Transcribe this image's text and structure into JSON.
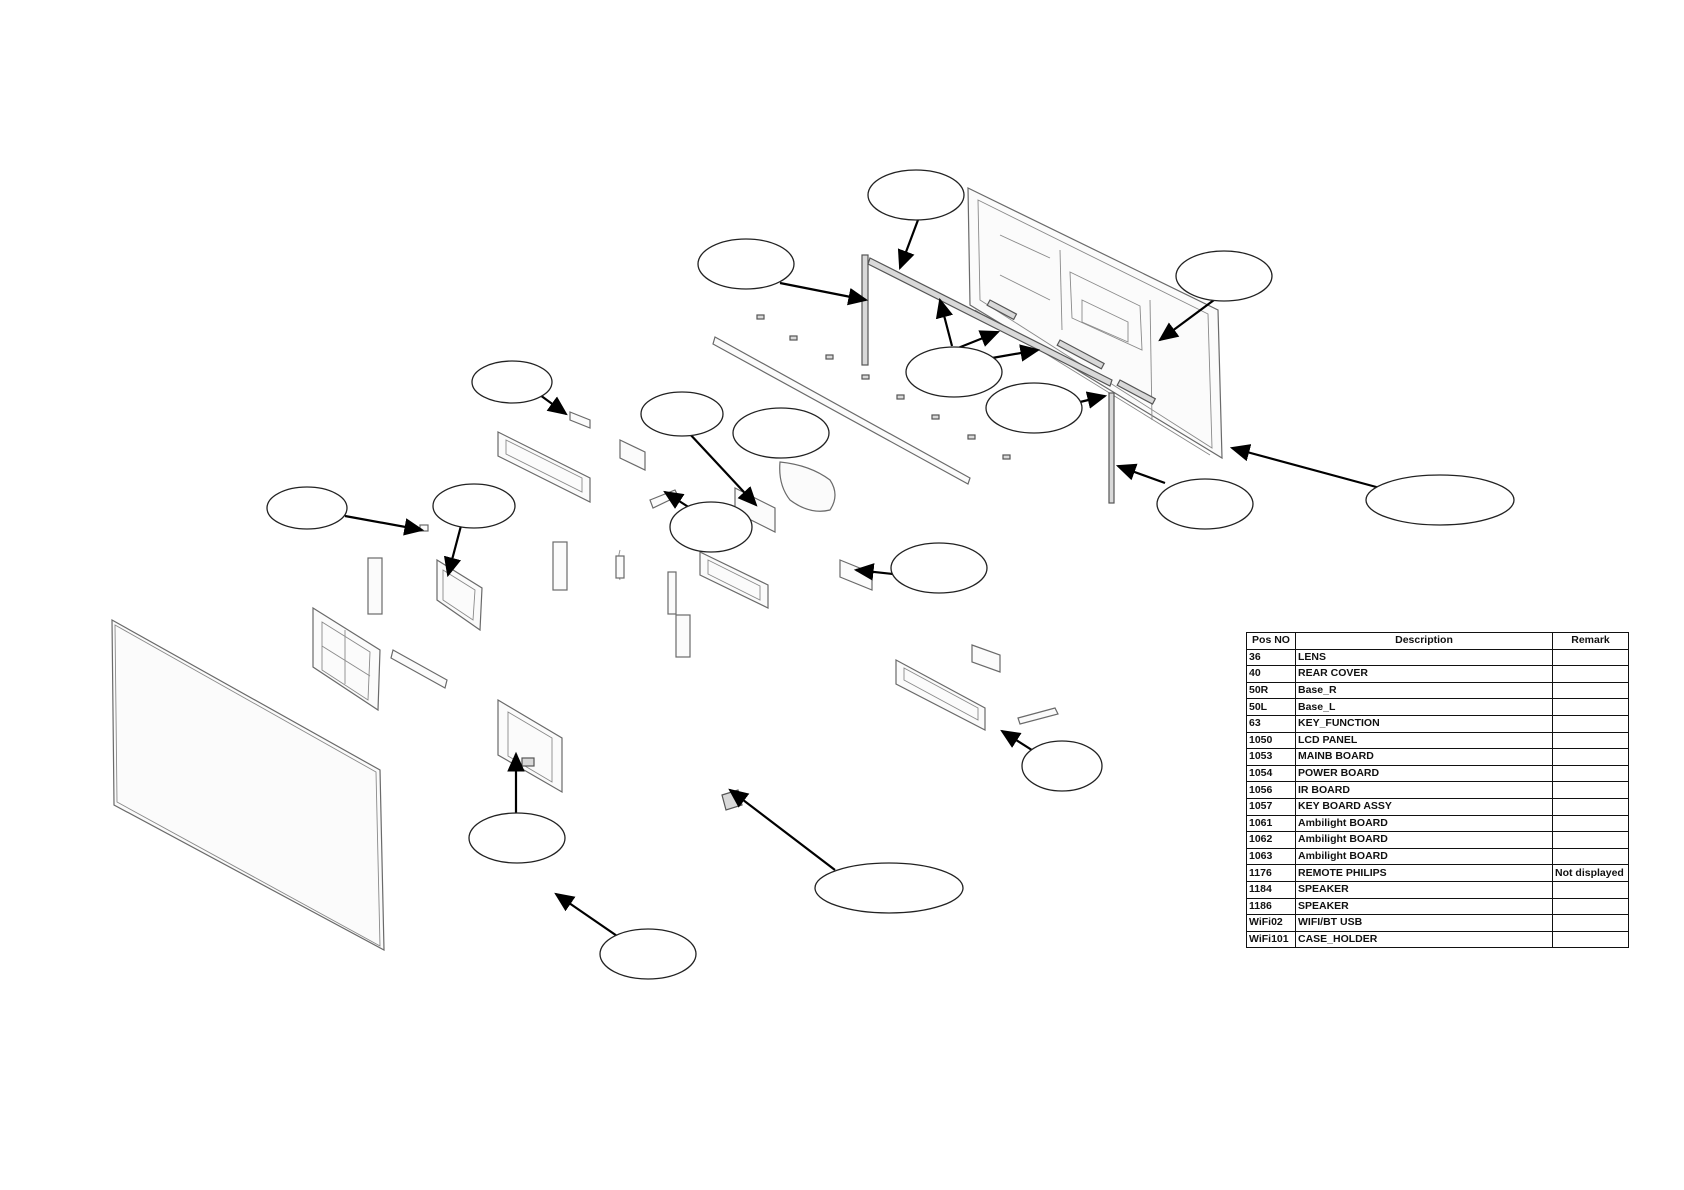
{
  "parts_table": {
    "headers": {
      "pos": "Pos NO",
      "description": "Description",
      "remark": "Remark"
    },
    "rows": [
      {
        "pos": "36",
        "description": "LENS",
        "remark": ""
      },
      {
        "pos": "40",
        "description": "REAR COVER",
        "remark": ""
      },
      {
        "pos": "50R",
        "description": "Base_R",
        "remark": ""
      },
      {
        "pos": "50L",
        "description": "Base_L",
        "remark": ""
      },
      {
        "pos": "63",
        "description": "KEY_FUNCTION",
        "remark": ""
      },
      {
        "pos": "1050",
        "description": "LCD PANEL",
        "remark": ""
      },
      {
        "pos": "1053",
        "description": "MAINB BOARD",
        "remark": ""
      },
      {
        "pos": "1054",
        "description": "POWER BOARD",
        "remark": ""
      },
      {
        "pos": "1056",
        "description": "IR BOARD",
        "remark": ""
      },
      {
        "pos": "1057",
        "description": "KEY BOARD ASSY",
        "remark": ""
      },
      {
        "pos": "1061",
        "description": "Ambilight BOARD",
        "remark": ""
      },
      {
        "pos": "1062",
        "description": "Ambilight BOARD",
        "remark": ""
      },
      {
        "pos": "1063",
        "description": "Ambilight BOARD",
        "remark": ""
      },
      {
        "pos": "1176",
        "description": "REMOTE PHILIPS",
        "remark": "Not displayed"
      },
      {
        "pos": "1184",
        "description": "SPEAKER",
        "remark": ""
      },
      {
        "pos": "1186",
        "description": "SPEAKER",
        "remark": ""
      },
      {
        "pos": "WiFi02",
        "description": "WIFI/BT USB",
        "remark": ""
      },
      {
        "pos": "WiFi101",
        "description": "CASE_HOLDER",
        "remark": ""
      }
    ]
  }
}
